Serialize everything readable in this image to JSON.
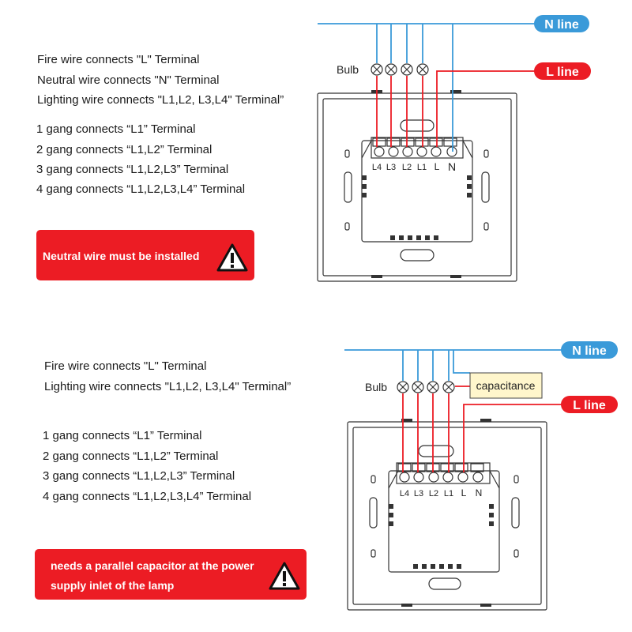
{
  "top": {
    "rules": [
      "Fire wire connects \"L\" Terminal",
      "Neutral wire connects \"N\" Terminal",
      "Lighting wire connects \"L1,L2, L3,L4\" Terminal”"
    ],
    "gangs": [
      "1 gang connects  “L1”  Terminal",
      "2 gang connects  “L1,L2”  Terminal",
      "3 gang connects  “L1,L2,L3”  Terminal",
      "4 gang connects  “L1,L2,L3,L4”  Terminal"
    ],
    "warning": [
      "Neutral wire must be installed"
    ],
    "n_line": "N line",
    "l_line": "L line",
    "bulb": "Bulb",
    "terminals": [
      "L4",
      "L3",
      "L2",
      "L1",
      "L",
      "N"
    ]
  },
  "bottom": {
    "rules": [
      "Fire wire connects \"L\" Terminal",
      "Lighting wire connects \"L1,L2, L3,L4\" Terminal”"
    ],
    "gangs": [
      "1 gang connects  “L1”  Terminal",
      "2 gang connects  “L1,L2”  Terminal",
      "3 gang connects  “L1,L2,L3”  Terminal",
      "4 gang connects  “L1,L2,L3,L4”  Terminal"
    ],
    "warning": [
      "needs a parallel capacitor at the power",
      "supply inlet of the lamp"
    ],
    "n_line": "N line",
    "l_line": "L line",
    "bulb": "Bulb",
    "capacitance": "capacitance",
    "terminals": [
      "L4",
      "L3",
      "L2",
      "L1",
      "L",
      "N"
    ]
  },
  "colors": {
    "n_wire": "#3a9ad9",
    "l_wire": "#ec1c24",
    "warning_bg": "#ec1c24",
    "outline": "#333333"
  },
  "icons": {
    "bulb": "bulb-cross-icon",
    "warning": "warning-triangle-icon"
  }
}
